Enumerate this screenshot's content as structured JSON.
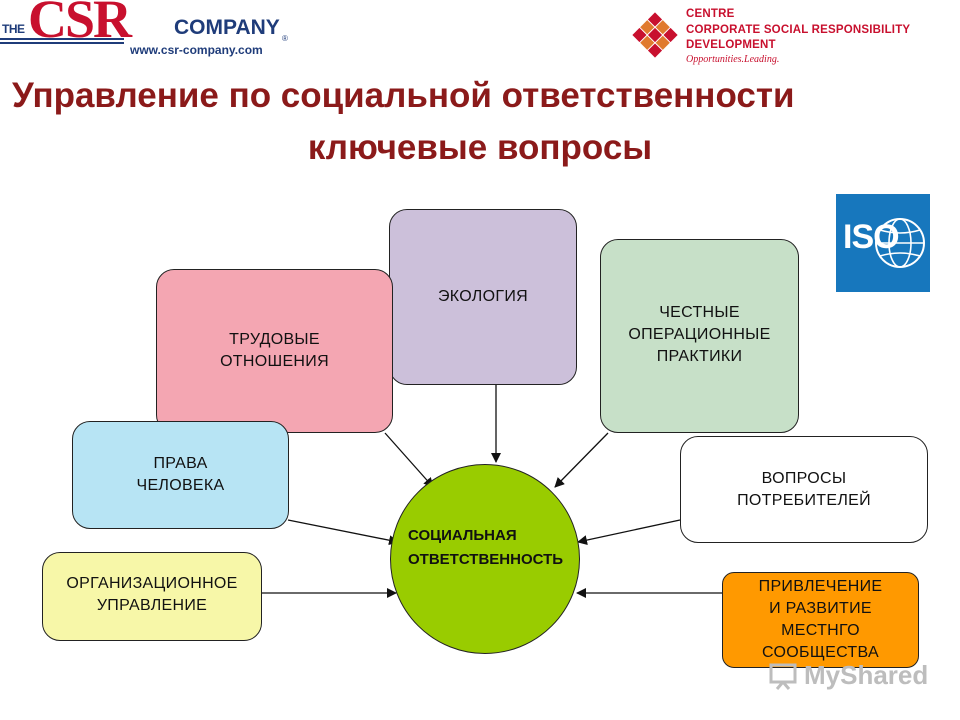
{
  "header": {
    "csr_logo": {
      "the": "THE",
      "csr": "CSR",
      "company": "COMPANY",
      "registered": "®",
      "url": "www.csr-company.com"
    },
    "centre_logo": {
      "line1": "CENTRE",
      "line2": "CORPORATE SOCIAL RESPONSIBILITY",
      "line3": "DEVELOPMENT",
      "tagline": "Opportunities.Leading."
    }
  },
  "title": {
    "line1": "Управление по социальной ответственности",
    "line2": "ключевые вопросы"
  },
  "iso_logo": {
    "text": "ISO"
  },
  "diagram": {
    "center": {
      "label": "СОЦИАЛЬНАЯ\nОТВЕТСТВЕННОСТЬ",
      "color": "#99cc00"
    },
    "nodes": [
      {
        "id": "ecology",
        "label": "ЭКОЛОГИЯ",
        "color": "#ccc0da"
      },
      {
        "id": "labor",
        "label": "ТРУДОВЫЕ\nОТНОШЕНИЯ",
        "color": "#f4a6b2"
      },
      {
        "id": "fair",
        "label": "ЧЕСТНЫЕ\nОПЕРАЦИОННЫЕ\nПРАКТИКИ",
        "color": "#c7e0c8"
      },
      {
        "id": "human",
        "label": "ПРАВА\nЧЕЛОВЕКА",
        "color": "#b7e4f4"
      },
      {
        "id": "consumer",
        "label": "ВОПРОСЫ\nПОТРЕБИТЕЛЕЙ",
        "color": "#ffffff"
      },
      {
        "id": "org",
        "label": "ОРГАНИЗАЦИОННОЕ\nУПРАВЛЕНИЕ",
        "color": "#f7f7a8"
      },
      {
        "id": "community",
        "label": "ПРИВЛЕЧЕНИЕ\nИ РАЗВИТИЕ\nМЕСТНГО\nСООБЩЕСТВА",
        "color": "#ff9900"
      }
    ]
  },
  "watermark": {
    "text": "MyShared"
  }
}
